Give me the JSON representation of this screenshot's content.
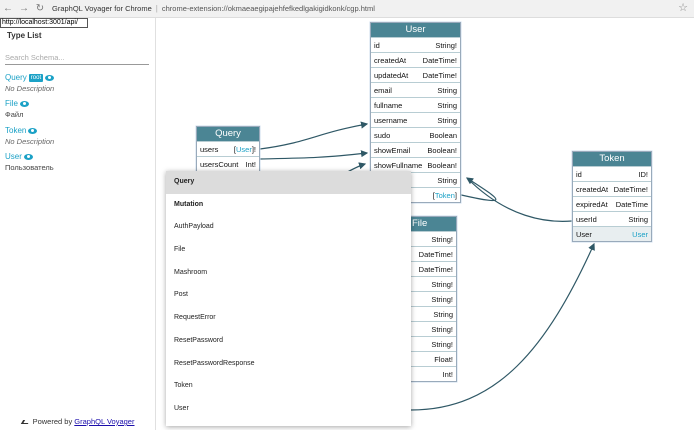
{
  "browser": {
    "tab_title": "GraphQL Voyager for Chrome",
    "separator": "|",
    "url": "chrome-extension://okmaeaegipajehfefkedlgakigidkonk/cgp.html"
  },
  "sidebar": {
    "endpoint_value": "http://localhost:3001/api/",
    "type_list_title": "Type List",
    "search_placeholder": "Search Schema...",
    "types": [
      {
        "name": "Query",
        "badge": "root",
        "description": "No Description"
      },
      {
        "name": "File",
        "description": "Файл"
      },
      {
        "name": "Token",
        "description": "No Description"
      },
      {
        "name": "User",
        "description": "Пользователь"
      }
    ],
    "powered_prefix": "Powered by",
    "powered_link": "GraphQL Voyager"
  },
  "graph": {
    "query_node": {
      "title": "Query",
      "fields": [
        {
          "name": "users",
          "type_open": "[",
          "type": "User",
          "type_close": "]!"
        },
        {
          "name": "usersCount",
          "type": "Int!"
        }
      ]
    },
    "user_node": {
      "title": "User",
      "fields": [
        {
          "name": "id",
          "type": "String!"
        },
        {
          "name": "createdAt",
          "type": "DateTime!"
        },
        {
          "name": "updatedAt",
          "type": "DateTime!"
        },
        {
          "name": "email",
          "type": "String"
        },
        {
          "name": "fullname",
          "type": "String"
        },
        {
          "name": "username",
          "type": "String"
        },
        {
          "name": "sudo",
          "type": "Boolean"
        },
        {
          "name": "showEmail",
          "type": "Boolean!"
        },
        {
          "name": "showFullname",
          "type": "Boolean!"
        },
        {
          "name": "",
          "type": "String"
        },
        {
          "name": "",
          "type_open": "[",
          "type": "Token",
          "type_close": "]"
        }
      ]
    },
    "file_node": {
      "title": "File",
      "fields": [
        {
          "name": "",
          "type": "String!"
        },
        {
          "name": "",
          "type": "DateTime!"
        },
        {
          "name": "t",
          "type": "DateTime!"
        },
        {
          "name": "",
          "type": "String!"
        },
        {
          "name": "",
          "type": "String!"
        },
        {
          "name": "",
          "type": "String"
        },
        {
          "name": "",
          "type": "String!"
        },
        {
          "name": "",
          "type": "String!"
        },
        {
          "name": "",
          "type": "Float!"
        },
        {
          "name": "",
          "type": "Int!"
        }
      ]
    },
    "token_node": {
      "title": "Token",
      "fields": [
        {
          "name": "id",
          "type": "ID!"
        },
        {
          "name": "createdAt",
          "type": "DateTime!"
        },
        {
          "name": "expiredAt",
          "type": "DateTime"
        },
        {
          "name": "userId",
          "type": "String"
        },
        {
          "name": "User",
          "type": "User"
        }
      ]
    }
  },
  "dropdown": {
    "selected": "Query",
    "items": [
      "Query",
      "Mutation",
      "AuthPayload",
      "File",
      "Mashroom",
      "Post",
      "RequestError",
      "ResetPassword",
      "ResetPasswordResponse",
      "Token",
      "User"
    ]
  },
  "colors": {
    "node_header": "#4b8594",
    "link": "#1ba1c6",
    "edge": "#2f5866"
  }
}
